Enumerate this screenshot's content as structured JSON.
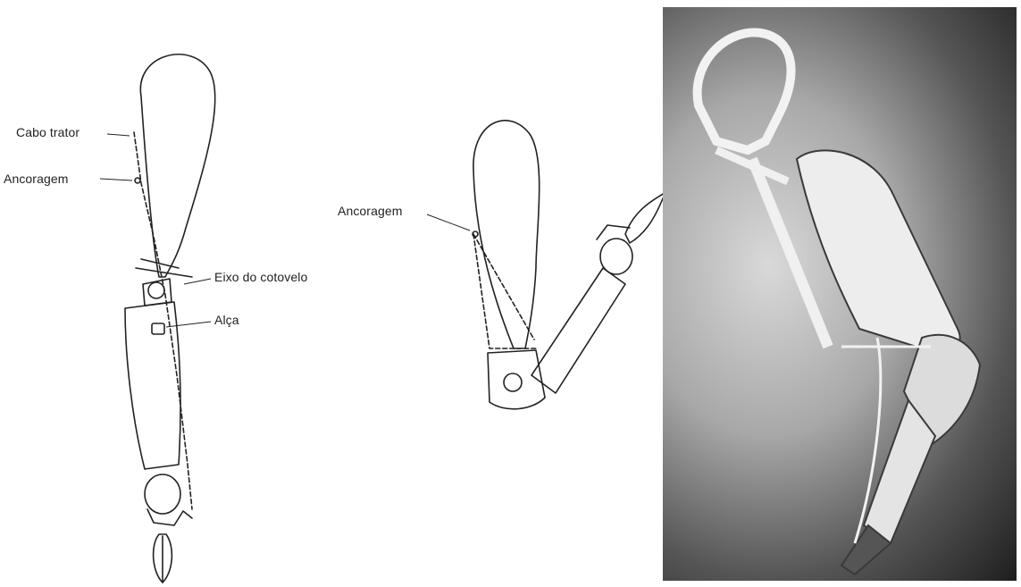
{
  "figure": {
    "left_drawing_labels": {
      "cable": "Cabo trator",
      "anchor": "Ancoragem",
      "elbow_axis": "Eixo do cotovelo",
      "handle": "Alça"
    },
    "middle_drawing_labels": {
      "anchor": "Ancoragem"
    }
  },
  "colors": {
    "ink": "#222222",
    "photo_dark": "#1e1e1e",
    "photo_light": "#d9d9d9"
  }
}
